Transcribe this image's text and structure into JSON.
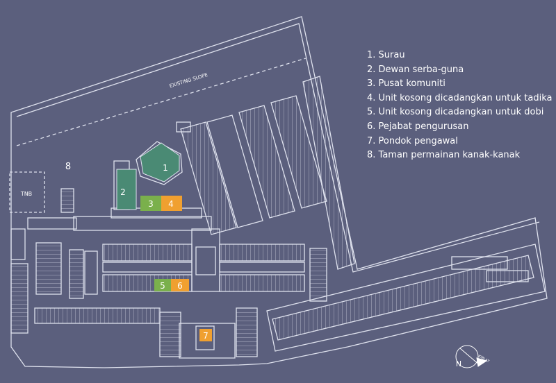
{
  "labels": {
    "existing_slope": "EXISTING SLOPE",
    "tnb": "TNB",
    "area_8": "8",
    "north": "N",
    "kiblat": "KIBLAT"
  },
  "markers": [
    {
      "num": "1",
      "color": "#4aa87c"
    },
    {
      "num": "2",
      "color": "#4aa87c"
    },
    {
      "num": "3",
      "color": "#7ab04c"
    },
    {
      "num": "4",
      "color": "#f0a030"
    },
    {
      "num": "5",
      "color": "#7ab04c"
    },
    {
      "num": "6",
      "color": "#f0a030"
    },
    {
      "num": "7",
      "color": "#f0a030"
    }
  ],
  "legend": [
    "1. Surau",
    "2. Dewan serba-guna",
    "3. Pusat komuniti",
    "4. Unit kosong dicadangkan untuk tadika",
    "5. Unit kosong dicadangkan untuk dobi",
    "6. Pejabat pengurusan",
    "7. Pondok pengawal",
    "8. Taman permainan kanak-kanak"
  ],
  "colors": {
    "background": "#5b5f7d",
    "lines": "#dfe2ee",
    "green_dark": "#4a8a74",
    "green_light": "#7ab04c",
    "orange": "#f0a030"
  }
}
